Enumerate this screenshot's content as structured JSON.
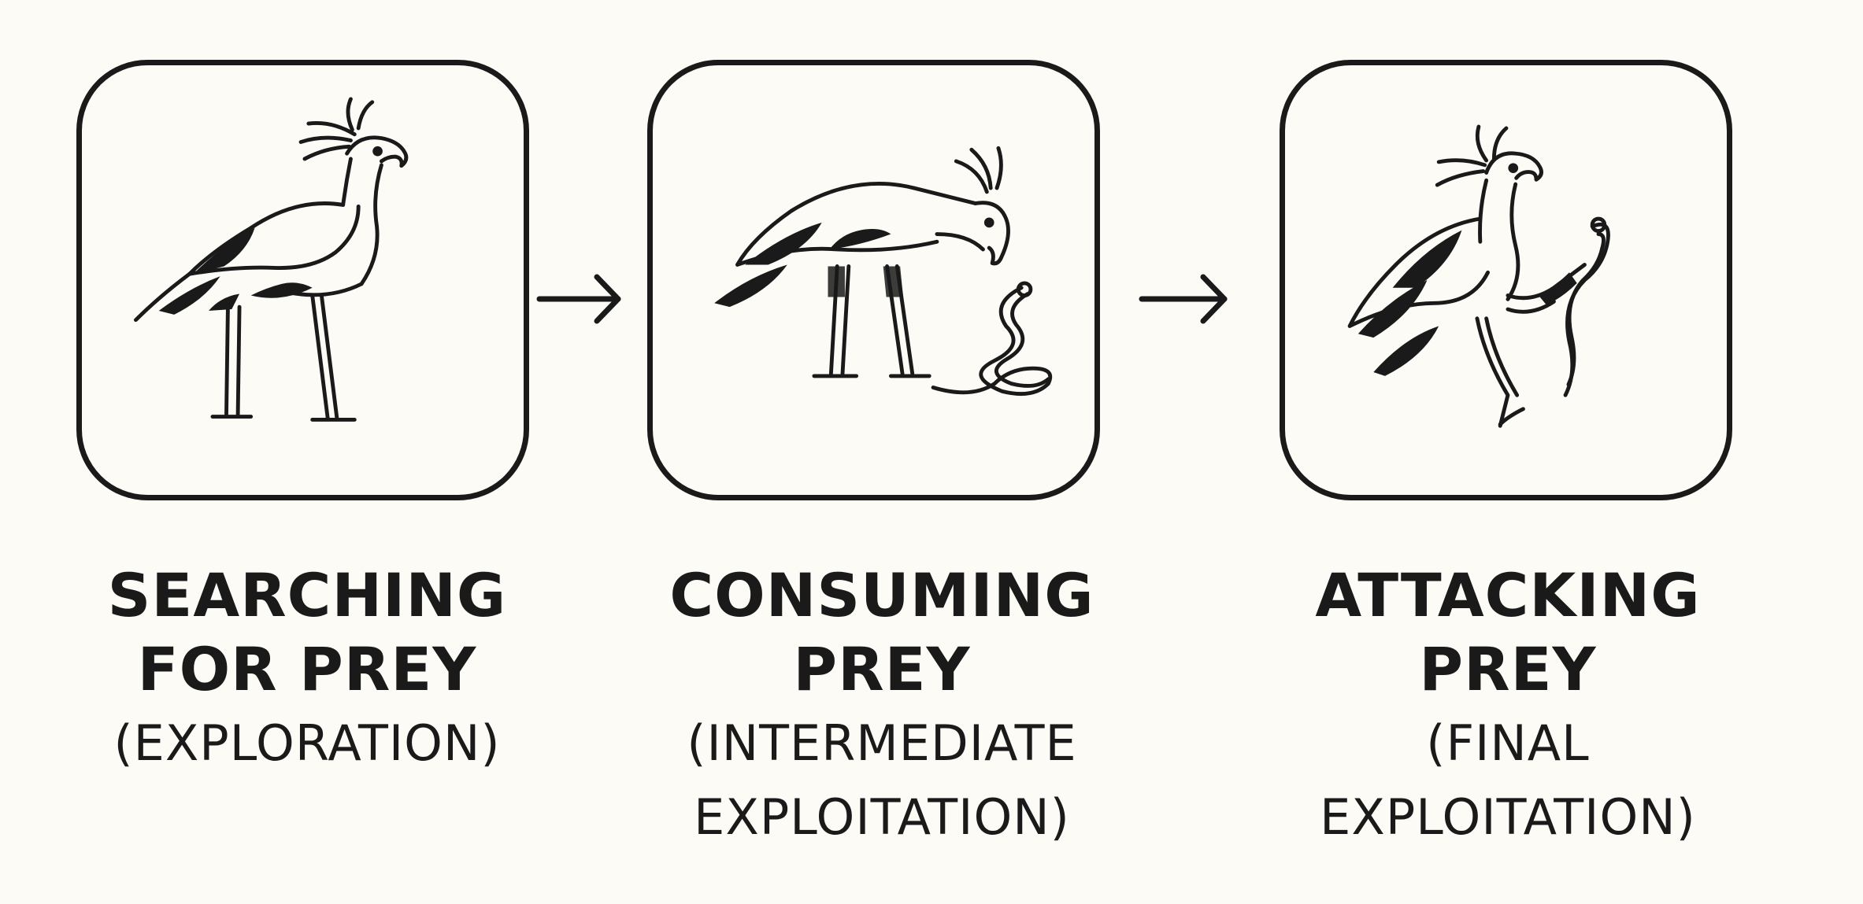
{
  "stages": [
    {
      "title_line1": "SEARCHING",
      "title_line2": "FOR PREY",
      "sub_line1": "(EXPLORATION)",
      "sub_line2": "",
      "icon": "secretary-bird-standing-icon"
    },
    {
      "title_line1": "CONSUMING",
      "title_line2": "PREY",
      "sub_line1": "(INTERMEDIATE",
      "sub_line2": "EXPLOITATION)",
      "icon": "secretary-bird-pecking-snake-icon"
    },
    {
      "title_line1": "ATTACKING",
      "title_line2": "PREY",
      "sub_line1": "(FINAL EXPLOITATION)",
      "sub_line2": "",
      "icon": "secretary-bird-kicking-snake-icon"
    }
  ],
  "colors": {
    "background": "#fcfbf6",
    "ink": "#1a1a1a"
  }
}
